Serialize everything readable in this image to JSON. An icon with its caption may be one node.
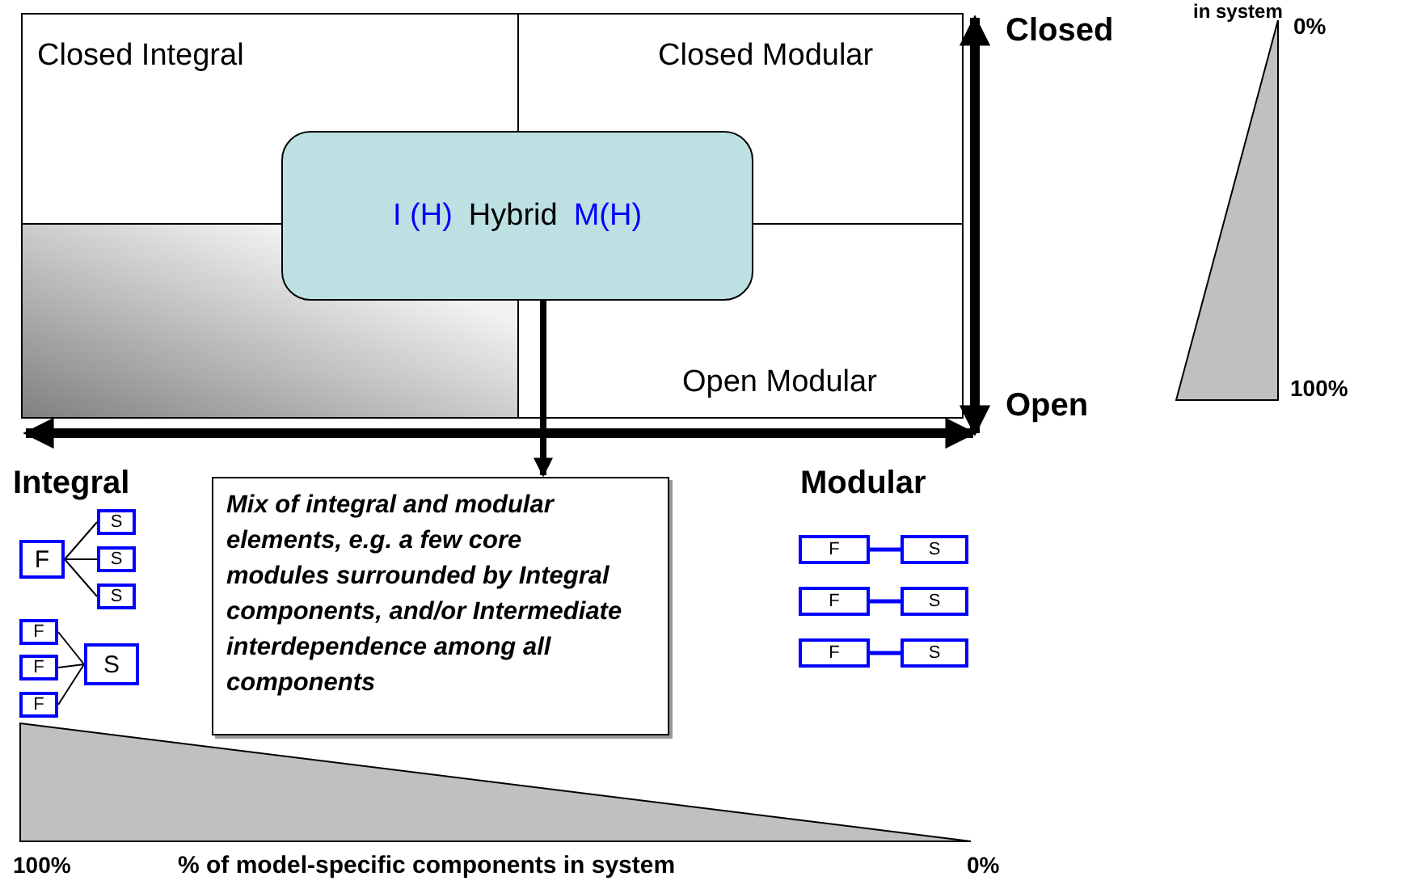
{
  "diagram": {
    "nodes": [
      {
        "text": [
          "Closed Integral"
        ]
      },
      {
        "text": [
          "Closed Modular"
        ]
      },
      {
        "text": [
          "Open Modular"
        ]
      },
      {
        "text": [
          "I (H)",
          "Hybrid",
          "M(H)"
        ]
      },
      {
        "text": [
          "Mix of integral and modular elements, e.g. a few core modules surrounded by Integral components, and/or Intermediate interdependence among all components"
        ]
      },
      {
        "text": [
          "F"
        ]
      },
      {
        "text": [
          "S"
        ]
      },
      {
        "text": [
          "S"
        ]
      },
      {
        "text": [
          "S"
        ]
      },
      {
        "text": [
          "F"
        ]
      },
      {
        "text": [
          "F"
        ]
      },
      {
        "text": [
          "F"
        ]
      },
      {
        "text": [
          "S"
        ]
      },
      {
        "text": [
          "F"
        ]
      },
      {
        "text": [
          "S"
        ]
      },
      {
        "text": [
          "F"
        ]
      },
      {
        "text": [
          "S"
        ]
      },
      {
        "text": [
          "F"
        ]
      },
      {
        "text": [
          "S"
        ]
      },
      {
        "text": [],
        "shape": "triangle"
      },
      {
        "text": [],
        "shape": "triangle"
      }
    ],
    "edges": [
      {
        "from": 3,
        "to": 4,
        "arrow": "to",
        "style": "thick"
      },
      {
        "from": 5,
        "to": 6,
        "arrow": "none"
      },
      {
        "from": 5,
        "to": 7,
        "arrow": "none"
      },
      {
        "from": 5,
        "to": 8,
        "arrow": "none"
      },
      {
        "from": 9,
        "to": 12,
        "arrow": "none"
      },
      {
        "from": 10,
        "to": 12,
        "arrow": "none"
      },
      {
        "from": 11,
        "to": 12,
        "arrow": "none"
      },
      {
        "from": 13,
        "to": 14,
        "arrow": "none",
        "style": "thick",
        "color": "#0000ff"
      },
      {
        "from": 15,
        "to": 16,
        "arrow": "none",
        "style": "thick",
        "color": "#0000ff"
      },
      {
        "from": 17,
        "to": 18,
        "arrow": "none",
        "style": "thick",
        "color": "#0000ff"
      }
    ],
    "labels": [
      "Closed",
      "Open",
      "in system",
      "0%",
      "100%",
      "Integral",
      "Modular",
      "100%",
      "% of model-specific components in system",
      "0%"
    ]
  }
}
